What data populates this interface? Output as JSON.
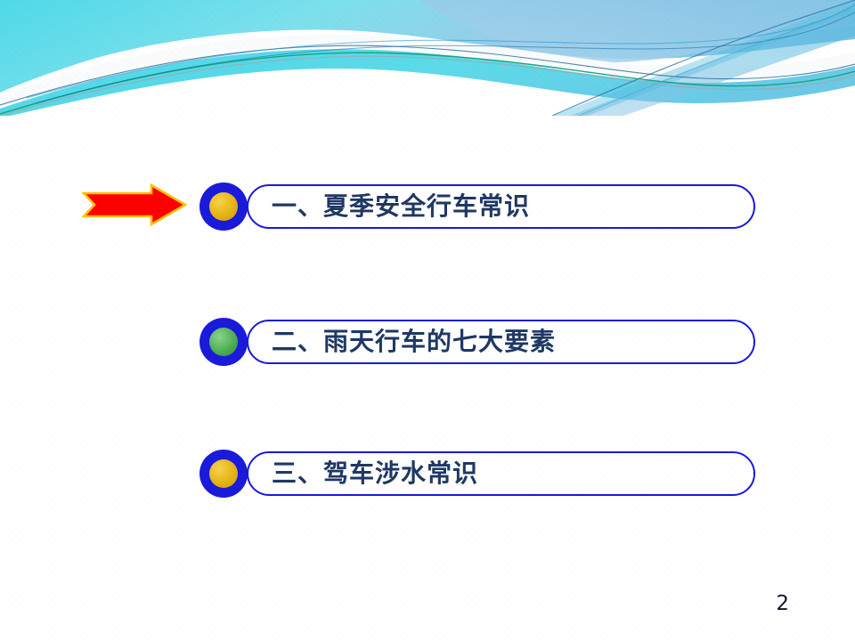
{
  "slide": {
    "page_number": "2",
    "background_color": "#ffffff",
    "banner": {
      "name": "decorative-wave-banner",
      "colors": {
        "cyan_light": "#7FE3EE",
        "cyan": "#4ED6E6",
        "blue_mid": "#7EC8E8",
        "blue_soft": "#8FC4E8",
        "teal_line": "#11B08A",
        "navy_line": "#12507E",
        "grey_line": "#9AA8B0"
      }
    },
    "pointer": {
      "name": "red-right-arrow",
      "fill": "#FF0000",
      "stroke": "#FFC000",
      "points_to": "一、夏季安全行车常识"
    },
    "accent_colors": {
      "pill_border": "#1A1ADB",
      "text": "#1F3864",
      "bullet_ring": "#1A1ADB",
      "bullet_gold": "#E8B819",
      "bullet_green": "#4FAE54"
    },
    "items": [
      {
        "label": "一、夏季安全行车常识",
        "bullet": "gold",
        "has_arrow": true
      },
      {
        "label": "二、雨天行车的七大要素",
        "bullet": "green",
        "has_arrow": false
      },
      {
        "label": "三、驾车涉水常识",
        "bullet": "gold",
        "has_arrow": false
      }
    ]
  }
}
